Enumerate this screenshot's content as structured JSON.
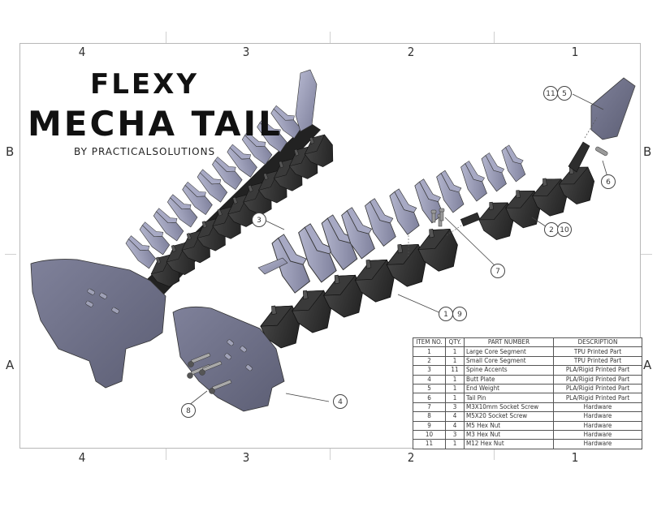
{
  "drawing": {
    "title_line1": "FLEXY",
    "title_line2": "MECHA TAIL",
    "byline": "BY PRACTICALSOLUTIONS",
    "zones_top": [
      "4",
      "3",
      "2",
      "1"
    ],
    "zones_bottom": [
      "4",
      "3",
      "2",
      "1"
    ],
    "zones_left": [
      "B",
      "A"
    ],
    "zones_right": [
      "B",
      "A"
    ],
    "colors": {
      "frame": "#b8b8b8",
      "tpu_part": "#2b2b2b",
      "pla_part": "#9a9cb8",
      "plate": "#6e7088",
      "hardware": "#8a8a8a"
    }
  },
  "balloons": [
    {
      "id": "b11",
      "label": "11"
    },
    {
      "id": "b5",
      "label": "5"
    },
    {
      "id": "b6",
      "label": "6"
    },
    {
      "id": "b2",
      "label": "2"
    },
    {
      "id": "b10",
      "label": "10"
    },
    {
      "id": "b3",
      "label": "3"
    },
    {
      "id": "b7",
      "label": "7"
    },
    {
      "id": "b1",
      "label": "1"
    },
    {
      "id": "b9",
      "label": "9"
    },
    {
      "id": "b4",
      "label": "4"
    },
    {
      "id": "b8",
      "label": "8"
    }
  ],
  "bom": {
    "headers": [
      "ITEM NO.",
      "QTY.",
      "PART NUMBER",
      "DESCRIPTION"
    ],
    "rows": [
      {
        "item": "1",
        "qty": "1",
        "part": "Large Core Segment",
        "desc": "TPU Printed Part"
      },
      {
        "item": "2",
        "qty": "1",
        "part": "Small Core Segment",
        "desc": "TPU Printed Part"
      },
      {
        "item": "3",
        "qty": "11",
        "part": "Spine Accents",
        "desc": "PLA/Rigid Printed Part"
      },
      {
        "item": "4",
        "qty": "1",
        "part": "Butt Plate",
        "desc": "PLA/Rigid Printed Part"
      },
      {
        "item": "5",
        "qty": "1",
        "part": "End Weight",
        "desc": "PLA/Rigid Printed Part"
      },
      {
        "item": "6",
        "qty": "1",
        "part": "Tail Pin",
        "desc": "PLA/Rigid Printed Part"
      },
      {
        "item": "7",
        "qty": "3",
        "part": "M3X10mm Socket Screw",
        "desc": "Hardware"
      },
      {
        "item": "8",
        "qty": "4",
        "part": "M5X20 Socket Screw",
        "desc": "Hardware"
      },
      {
        "item": "9",
        "qty": "4",
        "part": "M5 Hex Nut",
        "desc": "Hardware"
      },
      {
        "item": "10",
        "qty": "3",
        "part": "M3 Hex Nut",
        "desc": "Hardware"
      },
      {
        "item": "11",
        "qty": "1",
        "part": "M12 Hex Nut",
        "desc": "Hardware"
      }
    ]
  }
}
